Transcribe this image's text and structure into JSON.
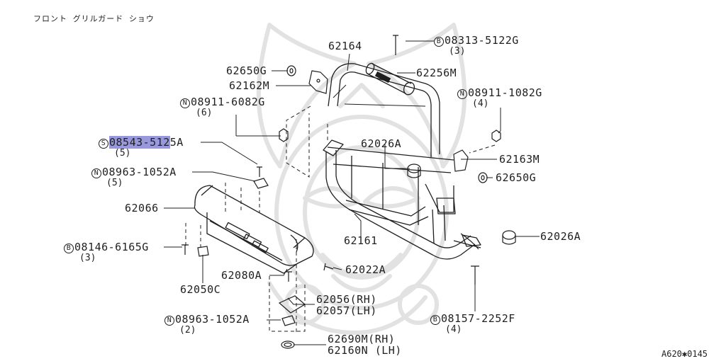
{
  "header": {
    "title": "フロント グリルガード ショウ"
  },
  "footer": {
    "figure_no": "A620✱0145"
  },
  "colors": {
    "line": "#1f1f1f",
    "highlight": "#9898dc",
    "watermark": "#e2e2e2"
  },
  "parts": {
    "p62164": "62164",
    "p08313": {
      "marker": "B",
      "code": "08313-5122G",
      "qty": "(3)"
    },
    "p62650g_top": "62650G",
    "p62256m": "62256M",
    "p62162m": "62162M",
    "p08911_6082g": {
      "marker": "N",
      "code": "08911-6082G",
      "qty": "(6)"
    },
    "p08911_1082g": {
      "marker": "N",
      "code": "08911-1082G",
      "qty": "(4)"
    },
    "p08543": {
      "marker": "S",
      "code_highlight": "08543-512",
      "code_rest": "5A",
      "qty": "(5)"
    },
    "p62026a_top": "62026A",
    "p62163m": "62163M",
    "p08963_top": {
      "marker": "N",
      "code": "08963-1052A",
      "qty": "(5)"
    },
    "p62650g_right": "62650G",
    "p62066": "62066",
    "p62161": "62161",
    "p62026a_right": "62026A",
    "p08146": {
      "marker": "B",
      "code": "08146-6165G",
      "qty": "(3)"
    },
    "p62080a": "62080A",
    "p62022a": "62022A",
    "p62050c": "62050C",
    "p62056_rh": "62056(RH)",
    "p62057_lh": "62057(LH)",
    "p08963_bottom": {
      "marker": "N",
      "code": "08963-1052A",
      "qty": "(2)"
    },
    "p08157": {
      "marker": "B",
      "code": "08157-2252F",
      "qty": "(4)"
    },
    "p62690m_rh": "62690M(RH)",
    "p62160n_lh": "62160N (LH)"
  }
}
